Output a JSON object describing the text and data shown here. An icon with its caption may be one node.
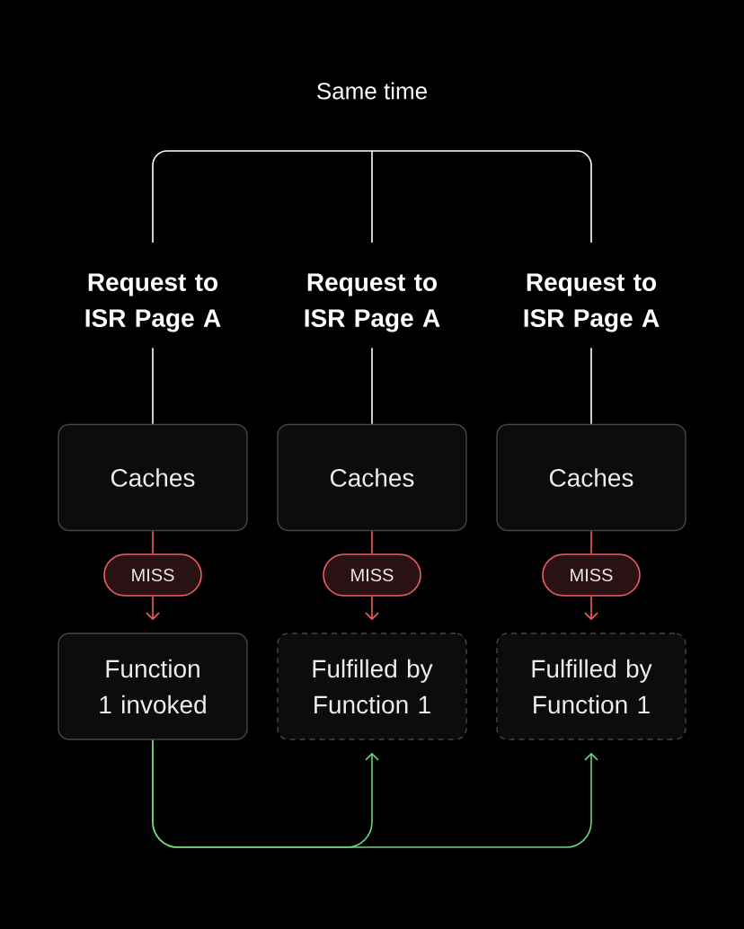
{
  "diagram": {
    "nodes": [
      {
        "text": [
          "Request to ISR Page A"
        ]
      },
      {
        "text": [
          "Request to ISR Page A"
        ]
      },
      {
        "text": [
          "Request to ISR Page A"
        ]
      },
      {
        "text": [
          "Caches"
        ]
      },
      {
        "text": [
          "Caches"
        ]
      },
      {
        "text": [
          "Caches"
        ]
      },
      {
        "text": [
          "MISS"
        ]
      },
      {
        "text": [
          "MISS"
        ]
      },
      {
        "text": [
          "MISS"
        ]
      },
      {
        "text": [
          "Function 1 invoked"
        ]
      },
      {
        "text": [
          "Fulfilled by Function 1"
        ]
      },
      {
        "text": [
          "Fulfilled by Function 1"
        ]
      }
    ],
    "edges": [
      {
        "from": 0,
        "to": 3,
        "arrow": "none",
        "color": "#ffffff"
      },
      {
        "from": 1,
        "to": 4,
        "arrow": "none",
        "color": "#ffffff"
      },
      {
        "from": 2,
        "to": 5,
        "arrow": "none",
        "color": "#ffffff"
      },
      {
        "from": 3,
        "to": 6,
        "arrow": "none"
      },
      {
        "from": 4,
        "to": 7,
        "arrow": "none"
      },
      {
        "from": 5,
        "to": 8,
        "arrow": "none"
      },
      {
        "from": 6,
        "to": 9,
        "arrow": "to"
      },
      {
        "from": 7,
        "to": 10,
        "arrow": "to"
      },
      {
        "from": 8,
        "to": 11,
        "arrow": "to"
      },
      {
        "from": 9,
        "to": 10,
        "arrow": "to",
        "color": "#6fd07a"
      },
      {
        "from": 9,
        "to": 11,
        "arrow": "to",
        "color": "#6fd07a"
      }
    ],
    "labels": [
      "Same time"
    ]
  }
}
